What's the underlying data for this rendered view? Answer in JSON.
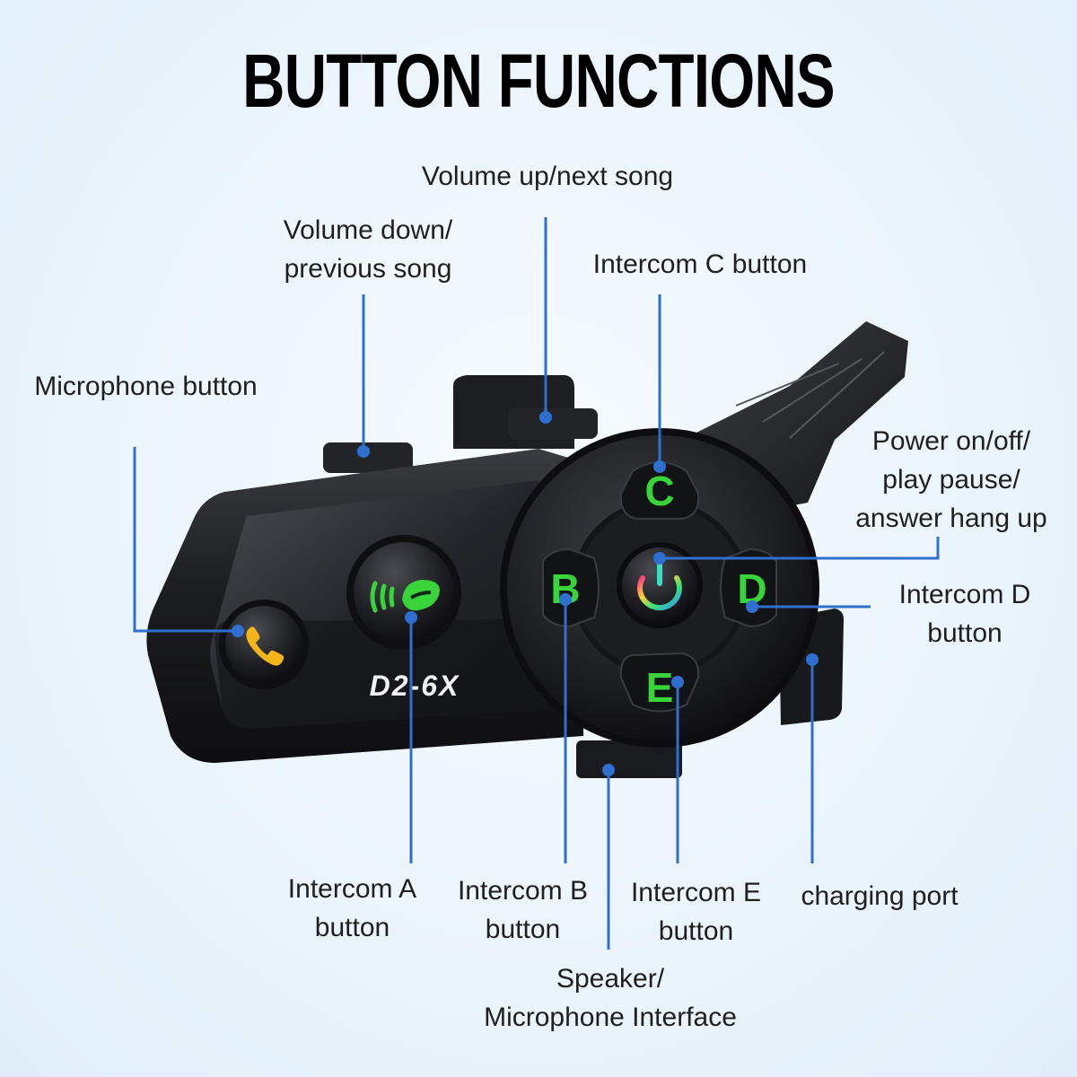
{
  "title": "BUTTON FUNCTIONS",
  "device": {
    "model": "D2-6X"
  },
  "buttons": {
    "C": "C",
    "B": "B",
    "D": "D",
    "E": "E"
  },
  "labels": {
    "volume_up": "Volume up/next song",
    "volume_down_1": "Volume down/",
    "volume_down_2": "previous song",
    "intercom_c": "Intercom C button",
    "microphone": "Microphone button",
    "power_1": "Power on/off/",
    "power_2": "play pause/",
    "power_3": "answer hang up",
    "intercom_d_1": "Intercom D",
    "intercom_d_2": "button",
    "intercom_a_1": "Intercom A",
    "intercom_a_2": "button",
    "intercom_b_1": "Intercom B",
    "intercom_b_2": "button",
    "intercom_e_1": "Intercom E",
    "intercom_e_2": "button",
    "charging": "charging port",
    "speaker_1": "Speaker/",
    "speaker_2": "Microphone Interface"
  },
  "colors": {
    "leader": "#2f6fd0",
    "button_text": "#38d43a",
    "phone_icon": "#f3b51a",
    "device_body": "#1b1c1f"
  }
}
